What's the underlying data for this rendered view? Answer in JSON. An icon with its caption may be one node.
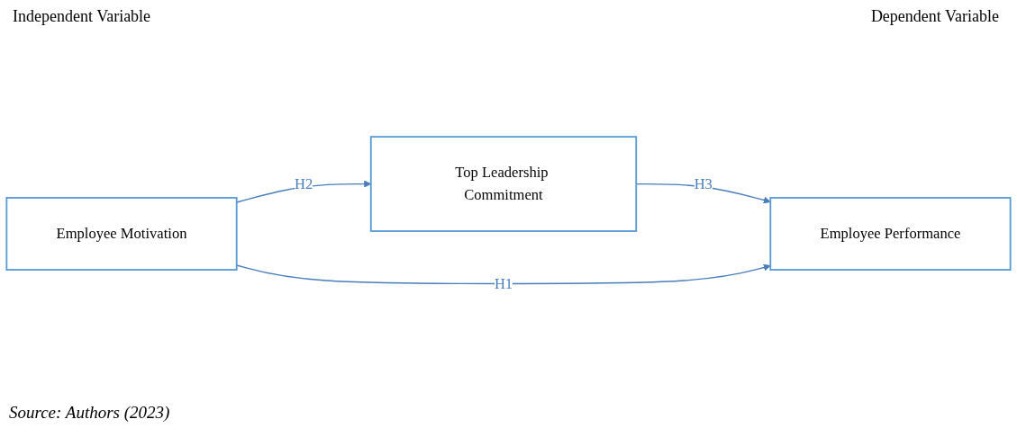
{
  "diagram": {
    "caption": "Source: Authors (2023)",
    "nodes": [
      {
        "text": [
          "Employee Motivation"
        ]
      },
      {
        "text": [
          "Top Leadership Commitment"
        ]
      },
      {
        "text": [
          "Employee Performance"
        ]
      }
    ],
    "edges": [
      {
        "from": 0,
        "to": 1,
        "arrow": "to",
        "label": "H2"
      },
      {
        "from": 1,
        "to": 2,
        "arrow": "to",
        "label": "H3"
      },
      {
        "from": 0,
        "to": 2,
        "arrow": "to",
        "label": "H1"
      }
    ],
    "labels": [
      "Independent Variable",
      "Dependent Variable"
    ]
  }
}
